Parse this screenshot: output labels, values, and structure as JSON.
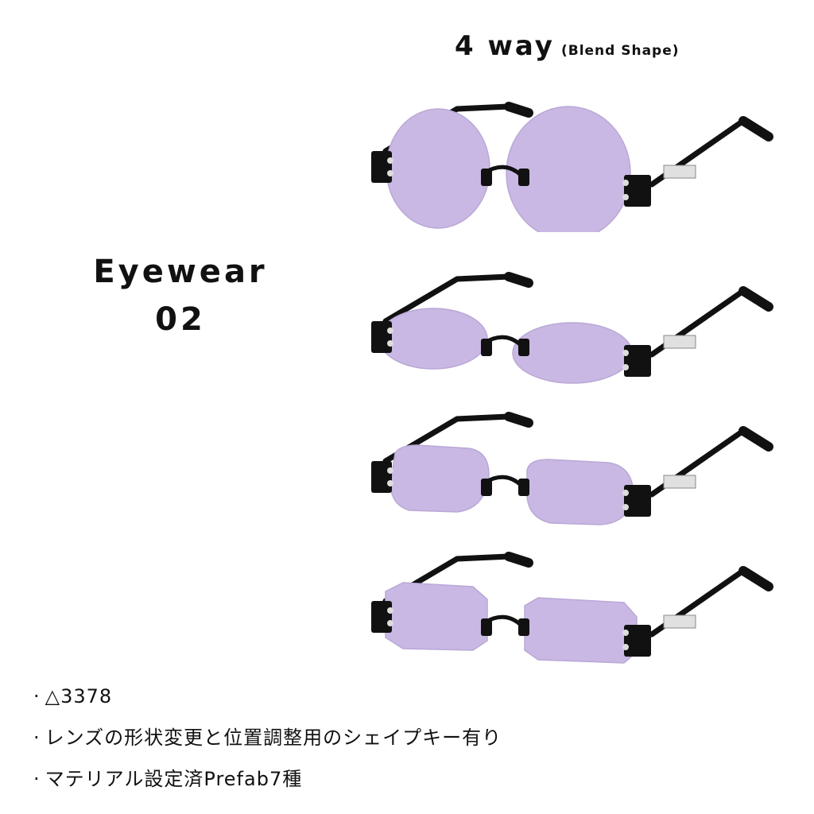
{
  "header": {
    "title": "4 way",
    "subtitle": "(Blend Shape)"
  },
  "product": {
    "name_line1": "Eyewear",
    "name_line2": "02"
  },
  "variants": [
    "round",
    "oval",
    "rounded-rectangle",
    "octagon"
  ],
  "colors": {
    "lens": "#c9b8e3",
    "frame": "#111111",
    "accent": "#d9d9d9"
  },
  "specs": {
    "bullet": "·",
    "items": [
      "△3378",
      "レンズの形状変更と位置調整用のシェイプキー有り",
      "マテリアル設定済Prefab7種"
    ]
  }
}
